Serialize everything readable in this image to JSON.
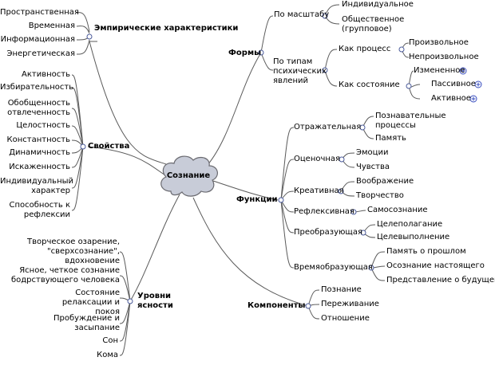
{
  "center": "Сознание",
  "branches": {
    "empirical": {
      "title": "Эмпирические характеристики",
      "items": [
        "Пространственная",
        "Временная",
        "Информационная",
        "Энергетическая"
      ]
    },
    "properties": {
      "title": "Свойства",
      "items": [
        "Активность",
        "Избирательность",
        "Обобщенность отвлеченность",
        "Целостность",
        "Константность",
        "Динамичность",
        "Искаженность",
        "Индивидуальный характер",
        "Способность к рефлексии"
      ]
    },
    "levels": {
      "title": "Уровни ясности",
      "items": [
        "Творческое озарение, \"сверхсознание\", вдохновение",
        "Ясное, четкое сознание бодрствующего человека",
        "Состояние релаксации и покоя",
        "Пробуждение и засыпание",
        "Сон",
        "Кома"
      ]
    },
    "forms": {
      "title": "Формы",
      "scale": {
        "label": "По масштабу",
        "items": [
          "Индивидуальное",
          "Общественное (групповое)"
        ]
      },
      "types": {
        "label": "По типам психических явлений",
        "process": {
          "label": "Как процесс",
          "items": [
            "Произвольное",
            "Непроизвольное"
          ]
        },
        "state": {
          "label": "Как состояние",
          "items": [
            "Измененное",
            "Пассивное",
            "Активное"
          ]
        }
      }
    },
    "functions": {
      "title": "Функции",
      "groups": [
        {
          "label": "Отражательная",
          "items": [
            "Познавательные процессы",
            "Память"
          ]
        },
        {
          "label": "Оценочная",
          "items": [
            "Эмоции",
            "Чувства"
          ]
        },
        {
          "label": "Креативная",
          "items": [
            "Воображение",
            "Творчество"
          ]
        },
        {
          "label": "Рефлексивная",
          "items": [
            "Самосознание"
          ]
        },
        {
          "label": "Преобразующая",
          "items": [
            "Целеполагание",
            "Целевыполнение"
          ]
        },
        {
          "label": "Времяобразующая",
          "items": [
            "Память о прошлом",
            "Осознание настоящего",
            "Представление о будущем"
          ]
        }
      ]
    },
    "components": {
      "title": "Компоненты",
      "items": [
        "Познание",
        "Переживание",
        "Отношение"
      ]
    }
  },
  "colors": {
    "line": "#5a5a5a",
    "cloud_fill": "#c8ccd8",
    "cloud_stroke": "#6a6a70",
    "node_stroke": "#4a5a9a",
    "plus_fill": "#3a4fc0"
  }
}
